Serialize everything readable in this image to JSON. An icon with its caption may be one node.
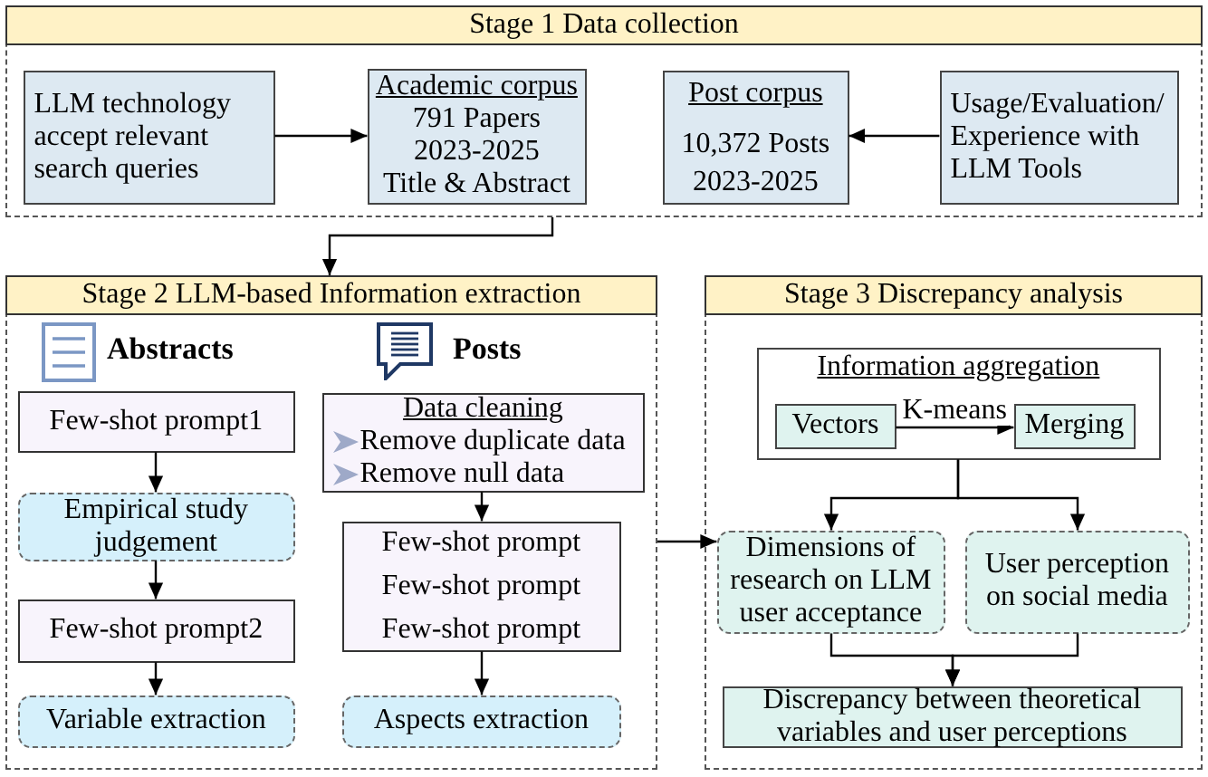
{
  "diagram": {
    "nodes": [
      {
        "text": [
          "Stage 1 Data collection"
        ]
      },
      {
        "text": [
          "LLM technology accept relevant search queries"
        ],
        "in": 0
      },
      {
        "text": [
          "Academic corpus",
          "791 Papers",
          "2023-2025",
          "Title & Abstract"
        ],
        "in": 0
      },
      {
        "text": [
          "Post corpus",
          "10,372 Posts",
          "2023-2025"
        ],
        "in": 0
      },
      {
        "text": [
          "Usage/Evaluation/ Experience with LLM Tools"
        ],
        "in": 0
      },
      {
        "text": [
          "Stage 2 LLM-based Information extraction"
        ]
      },
      {
        "text": [
          "Few-shot prompt1"
        ],
        "in": 5
      },
      {
        "text": [
          "Empirical study judgement"
        ],
        "in": 5
      },
      {
        "text": [
          "Few-shot prompt2"
        ],
        "in": 5
      },
      {
        "text": [
          "Variable extraction"
        ],
        "in": 5
      },
      {
        "text": [
          "Data cleaning",
          "Remove duplicate data",
          "Remove null data"
        ],
        "in": 5
      },
      {
        "text": [
          "Few-shot prompt",
          "Few-shot prompt",
          "Few-shot prompt"
        ],
        "in": 5
      },
      {
        "text": [
          "Aspects extraction"
        ],
        "in": 5
      },
      {
        "text": [
          "Stage 3 Discrepancy analysis"
        ]
      },
      {
        "text": [
          "Information aggregation"
        ],
        "in": 13
      },
      {
        "text": [
          "Vectors"
        ],
        "in": 14
      },
      {
        "text": [
          "Merging"
        ],
        "in": 14
      },
      {
        "text": [
          "Dimensions of research on LLM user acceptance"
        ],
        "in": 13
      },
      {
        "text": [
          "User perception on social media"
        ],
        "in": 13
      },
      {
        "text": [
          "Discrepancy between theoretical variables and user perceptions"
        ],
        "in": 13
      }
    ],
    "edges": [
      {
        "from": 1,
        "to": 2,
        "arrow": "to"
      },
      {
        "from": 4,
        "to": 3,
        "arrow": "to"
      },
      {
        "from": 0,
        "to": 5,
        "arrow": "to"
      },
      {
        "from": 6,
        "to": 7,
        "arrow": "to"
      },
      {
        "from": 7,
        "to": 8,
        "arrow": "to"
      },
      {
        "from": 8,
        "to": 9,
        "arrow": "to"
      },
      {
        "from": 10,
        "to": 11,
        "arrow": "to"
      },
      {
        "from": 11,
        "to": 12,
        "arrow": "to"
      },
      {
        "from": 5,
        "to": 17,
        "arrow": "to"
      },
      {
        "from": 15,
        "to": 16,
        "arrow": "to",
        "label": "K-means"
      },
      {
        "from": 14,
        "to": 17,
        "arrow": "to"
      },
      {
        "from": 14,
        "to": 18,
        "arrow": "to"
      },
      {
        "from": 17,
        "to": 19,
        "arrow": "to"
      },
      {
        "from": 18,
        "to": 19,
        "arrow": "to"
      }
    ],
    "labels": [
      "Abstracts",
      "Posts"
    ]
  }
}
